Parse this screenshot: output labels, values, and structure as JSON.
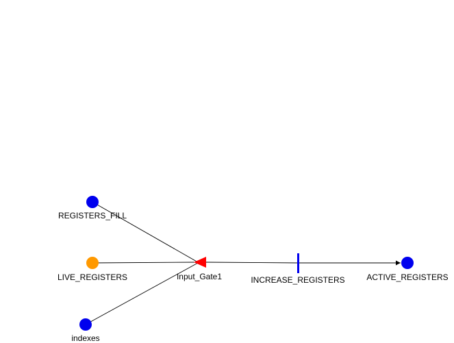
{
  "diagram": {
    "places": [
      {
        "id": "registers_fill",
        "label": "REGISTERS_FILL",
        "color": "#0000ee"
      },
      {
        "id": "live_registers",
        "label": "LIVE_REGISTERS",
        "color": "#ff9900"
      },
      {
        "id": "indexes",
        "label": "indexes",
        "color": "#0000ee"
      },
      {
        "id": "active_registers",
        "label": "ACTIVE_REGISTERS",
        "color": "#0000ee"
      }
    ],
    "gate": {
      "id": "input_gate1",
      "label": "Input_Gate1",
      "color": "#ff0000"
    },
    "transition": {
      "id": "increase_registers",
      "label": "INCREASE_REGISTERS",
      "color": "#0000ee"
    },
    "arcs": [
      {
        "from": "registers_fill",
        "to": "input_gate1"
      },
      {
        "from": "live_registers",
        "to": "input_gate1"
      },
      {
        "from": "indexes",
        "to": "input_gate1"
      },
      {
        "from": "input_gate1",
        "to": "increase_registers"
      },
      {
        "from": "increase_registers",
        "to": "active_registers",
        "arrow": true
      }
    ]
  }
}
